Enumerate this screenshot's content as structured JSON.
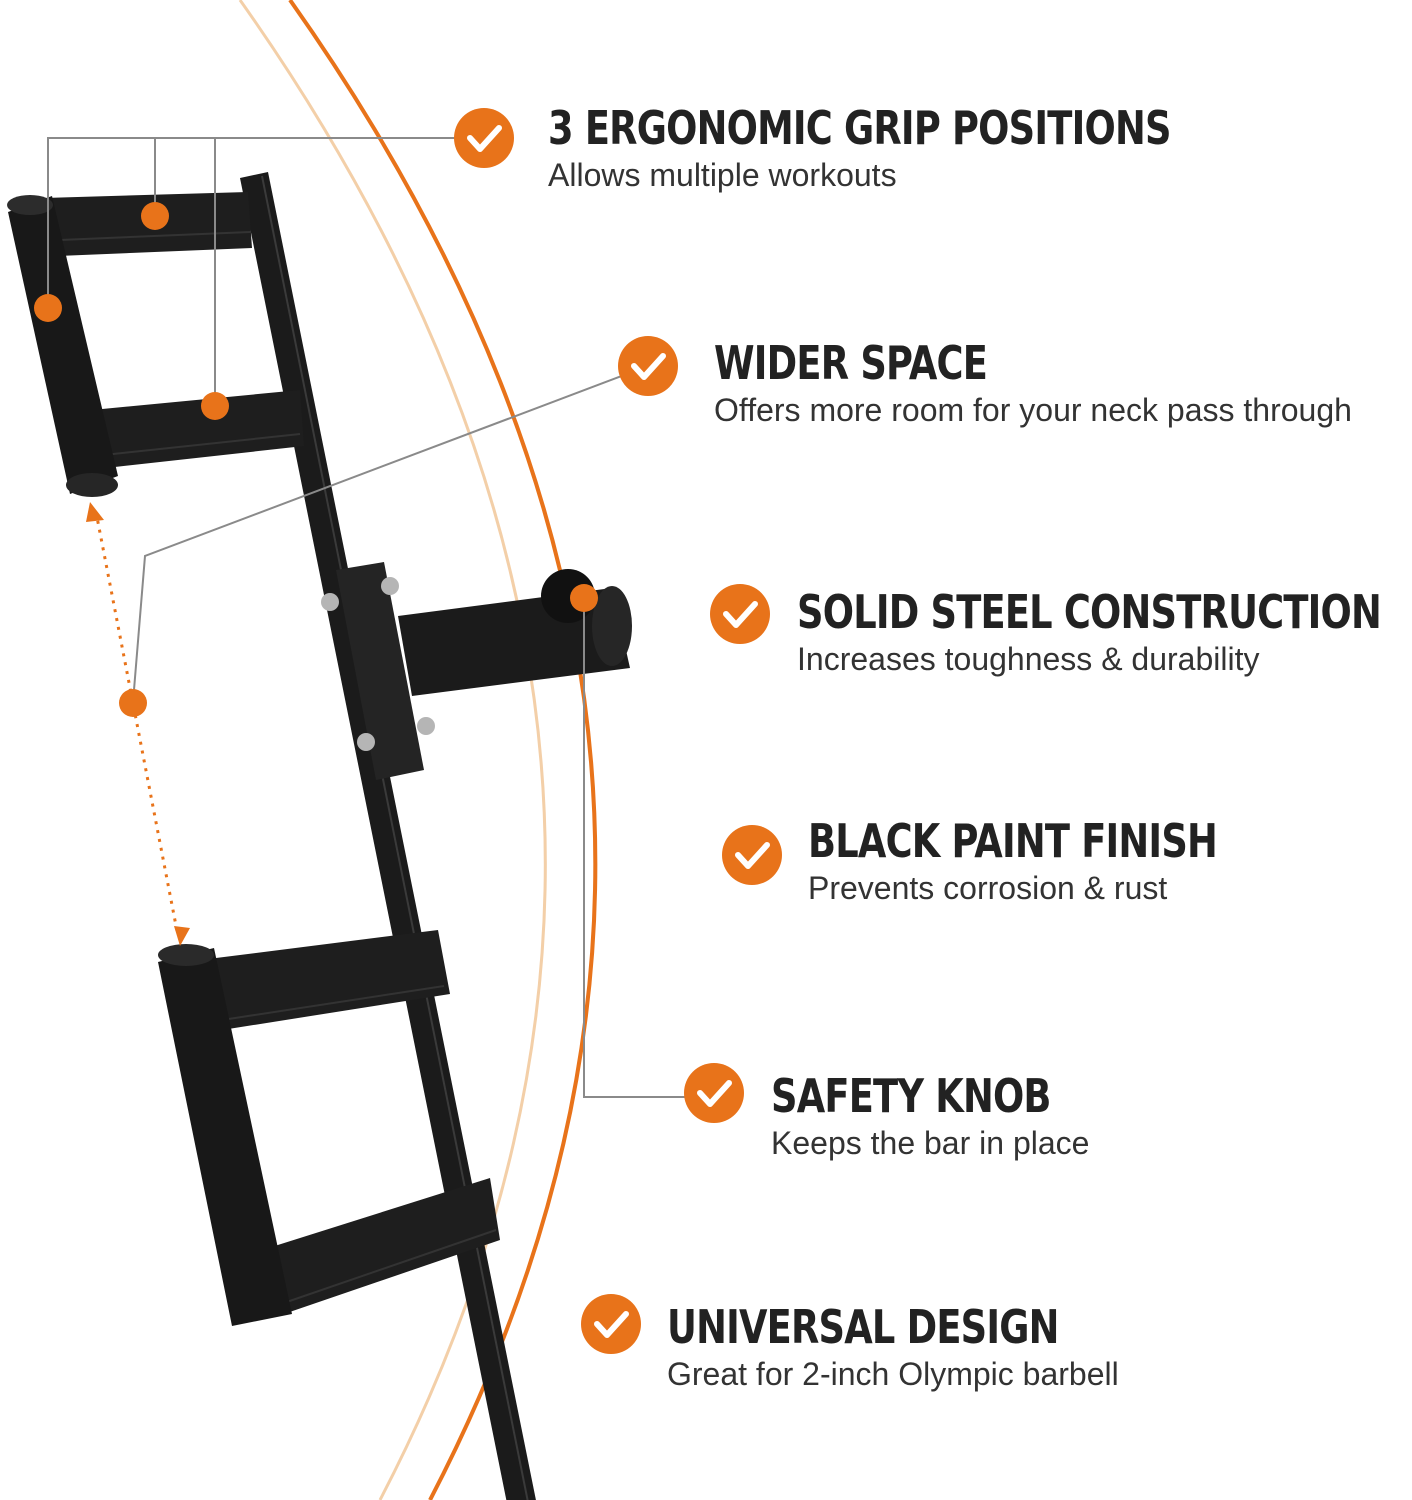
{
  "colors": {
    "accent": "#E8731A",
    "accent_light": "#F3CFA8",
    "product": "#1b1b1b",
    "leader": "#8a8a8a",
    "title_text": "#222222",
    "desc_text": "#333333"
  },
  "features": [
    {
      "icon": "check-icon",
      "title": "3 ERGONOMIC GRIP POSITIONS",
      "desc": "Allows multiple workouts"
    },
    {
      "icon": "check-icon",
      "title": "WIDER SPACE",
      "desc": "Offers more room for your neck pass through"
    },
    {
      "icon": "check-icon",
      "title": "SOLID STEEL CONSTRUCTION",
      "desc": "Increases toughness & durability"
    },
    {
      "icon": "check-icon",
      "title": "BLACK PAINT FINISH",
      "desc": "Prevents corrosion & rust"
    },
    {
      "icon": "check-icon",
      "title": "SAFETY KNOB",
      "desc": "Keeps the bar in place"
    },
    {
      "icon": "check-icon",
      "title": "UNIVERSAL DESIGN",
      "desc": "Great for 2-inch Olympic barbell"
    }
  ]
}
